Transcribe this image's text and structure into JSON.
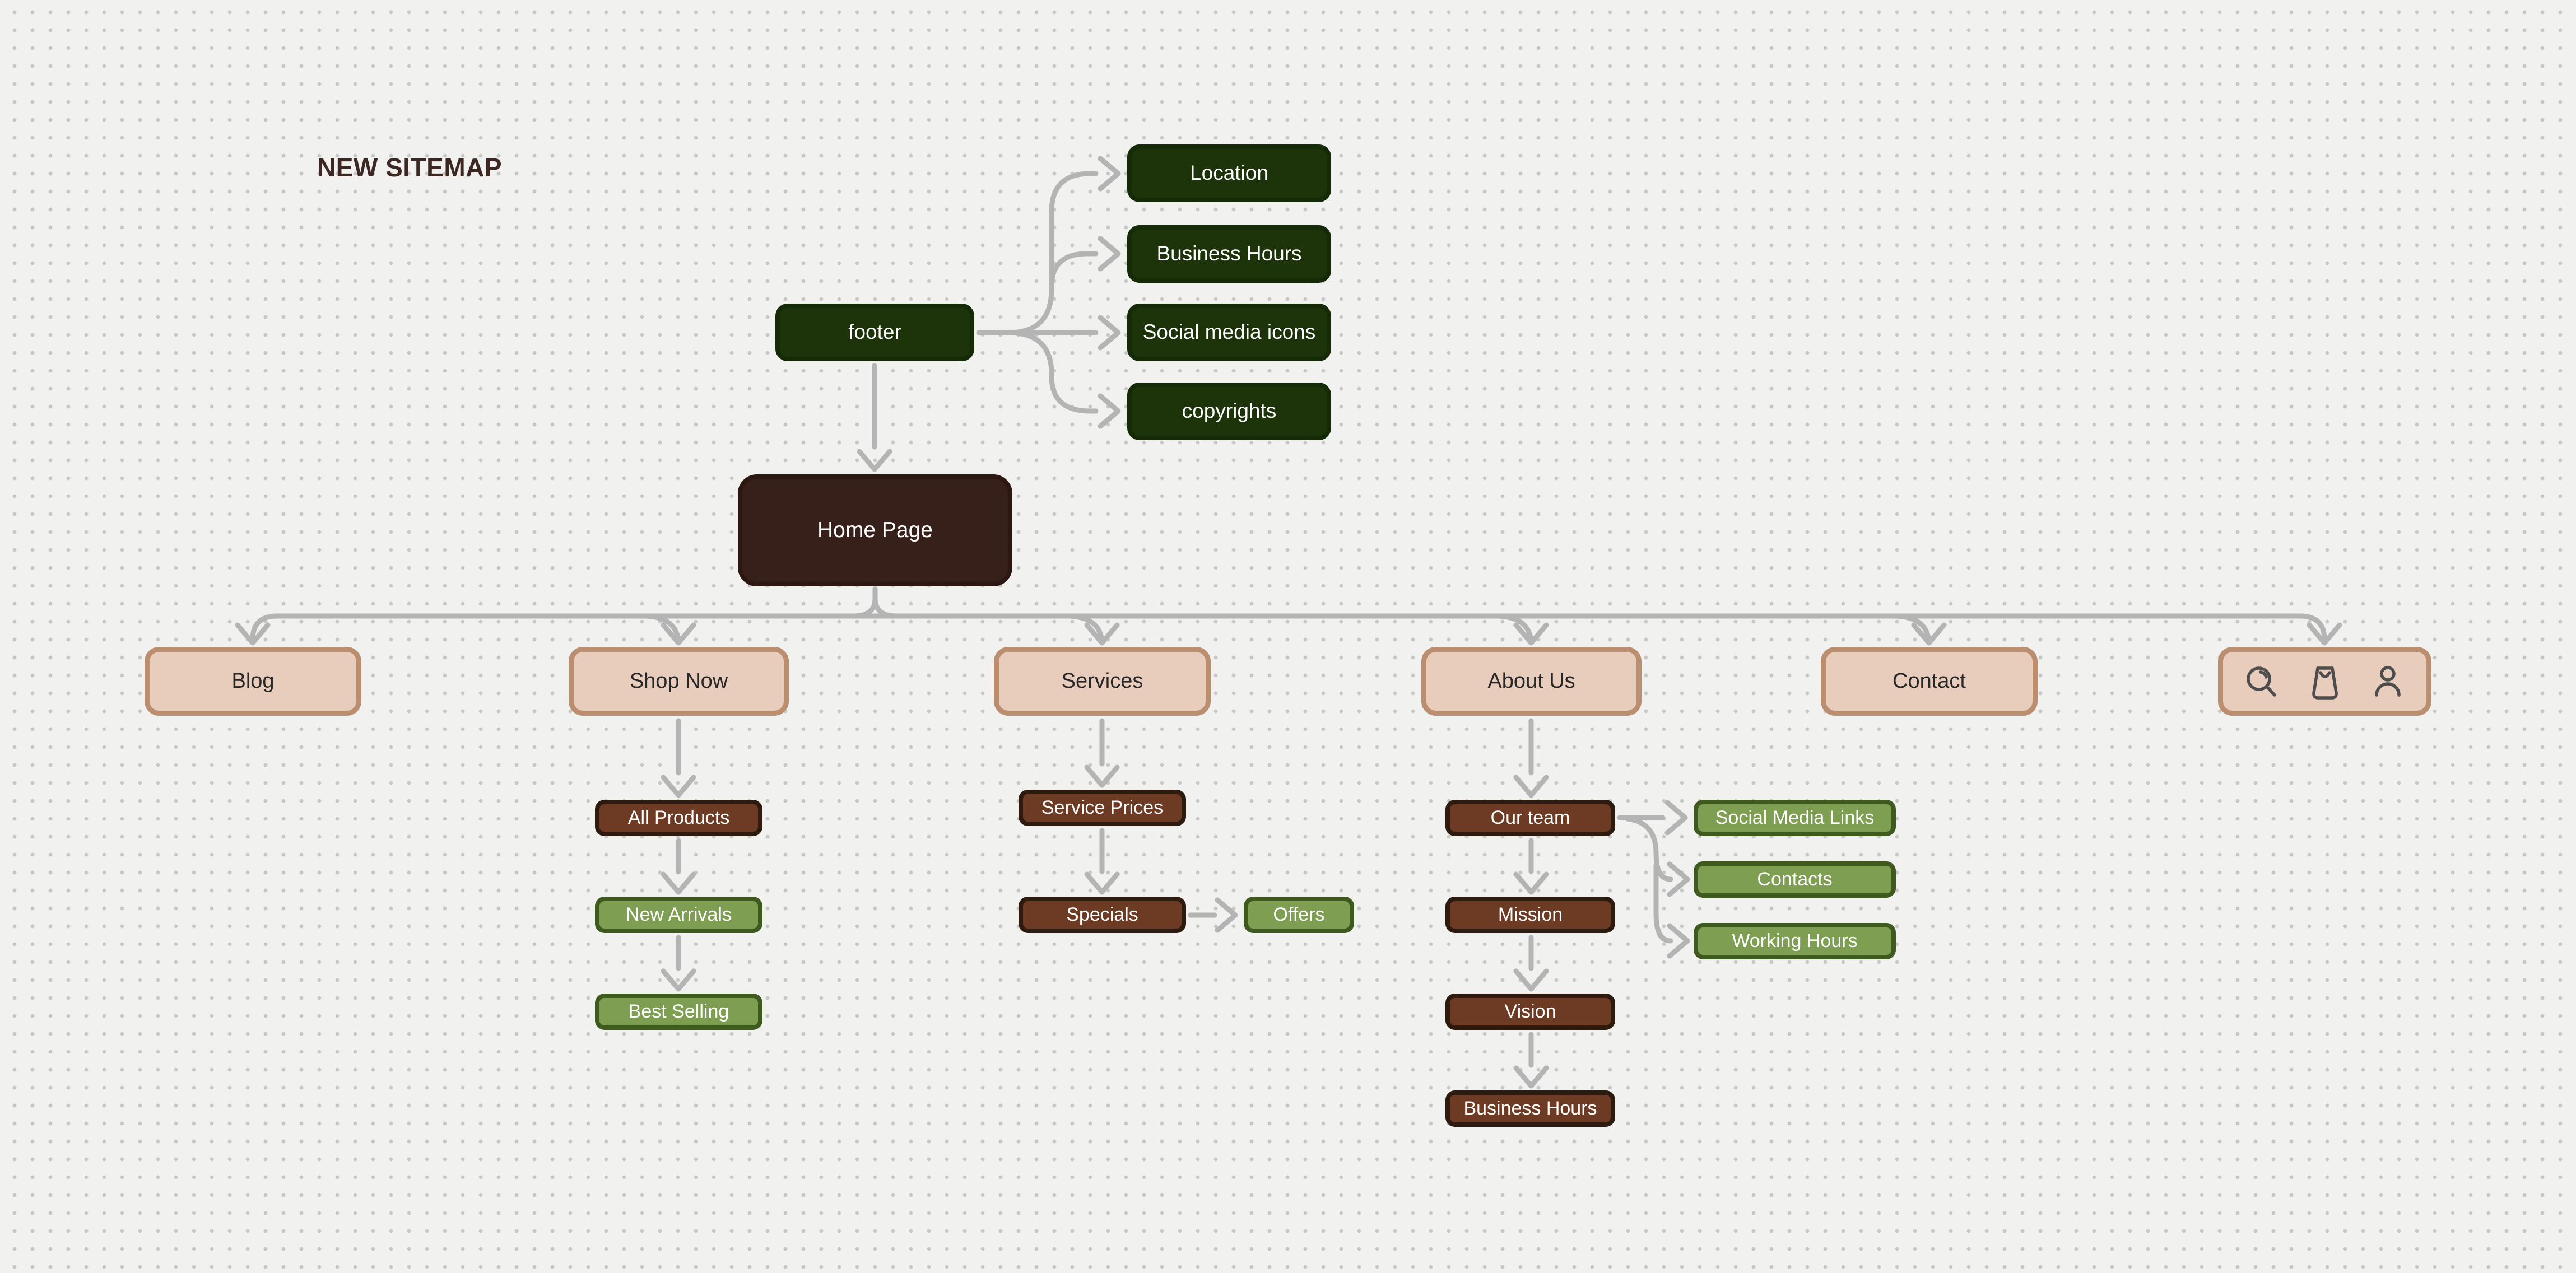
{
  "title": "NEW SITEMAP",
  "nodes": {
    "footer": "footer",
    "location": "Location",
    "business_hours": "Business Hours",
    "social_media_icons": "Social media icons",
    "copyrights": "copyrights",
    "home_page": "Home Page",
    "blog": "Blog",
    "shop_now": "Shop Now",
    "services": "Services",
    "about_us": "About Us",
    "contact": "Contact",
    "all_products": "All Products",
    "new_arrivals": "New Arrivals",
    "best_selling": "Best Selling",
    "service_prices": "Service Prices",
    "specials": "Specials",
    "offers": "Offers",
    "our_team": "Our team",
    "mission": "Mission",
    "vision": "Vision",
    "business_hours_about": "Business Hours",
    "social_media_links": "Social Media Links",
    "contacts": "Contacts",
    "working_hours": "Working Hours"
  },
  "icons_node": [
    "search-icon",
    "shopping-bag-icon",
    "user-icon"
  ],
  "edges": [
    [
      "footer",
      "location"
    ],
    [
      "footer",
      "business_hours"
    ],
    [
      "footer",
      "social_media_icons"
    ],
    [
      "footer",
      "copyrights"
    ],
    [
      "footer",
      "home_page"
    ],
    [
      "home_page",
      "blog"
    ],
    [
      "home_page",
      "shop_now"
    ],
    [
      "home_page",
      "services"
    ],
    [
      "home_page",
      "about_us"
    ],
    [
      "home_page",
      "contact"
    ],
    [
      "home_page",
      "icons_node"
    ],
    [
      "shop_now",
      "all_products"
    ],
    [
      "all_products",
      "new_arrivals"
    ],
    [
      "new_arrivals",
      "best_selling"
    ],
    [
      "services",
      "service_prices"
    ],
    [
      "service_prices",
      "specials"
    ],
    [
      "specials",
      "offers"
    ],
    [
      "about_us",
      "our_team"
    ],
    [
      "our_team",
      "mission"
    ],
    [
      "mission",
      "vision"
    ],
    [
      "vision",
      "business_hours_about"
    ],
    [
      "our_team",
      "social_media_links"
    ],
    [
      "our_team",
      "contacts"
    ],
    [
      "our_team",
      "working_hours"
    ]
  ],
  "colors": {
    "background": "#f1f1ef",
    "grid_dot": "#c7c7c4",
    "connector": "#b4b4b4",
    "dark_green_fill": "#1d330a",
    "dark_green_border": "#152a06",
    "home_fill": "#38201a",
    "tan_fill": "#e8ccbc",
    "tan_border": "#bb8e70",
    "brown_fill": "#6d3a23",
    "brown_border": "#2e1b10",
    "green_fill": "#7e9e52",
    "green_border": "#3e5a1e",
    "icon_stroke": "#4d4d4d",
    "title_color": "#3d2722"
  }
}
